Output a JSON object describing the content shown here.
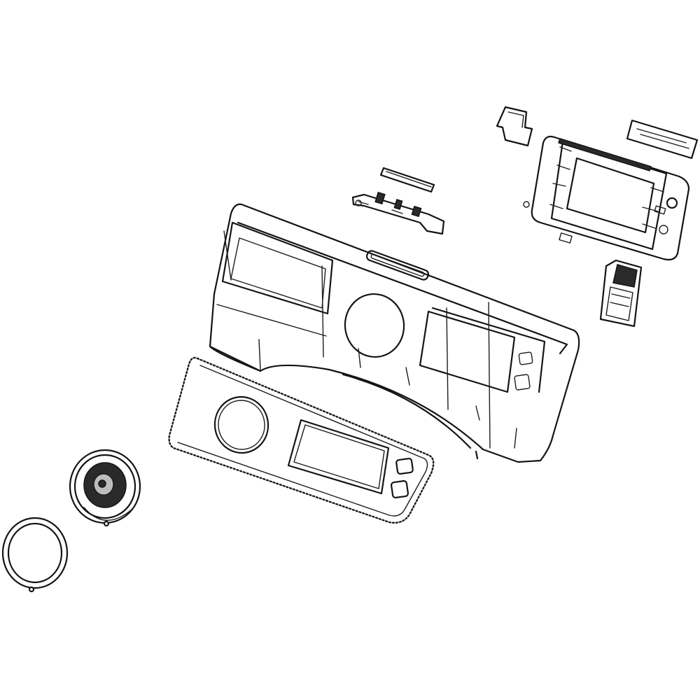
{
  "diagram": {
    "type": "exploded-parts-diagram",
    "background": "#ffffff",
    "line_color": "#141414",
    "parts": [
      {
        "id": "knob-ring",
        "icon": "ring-icon"
      },
      {
        "id": "rotary-knob",
        "icon": "knob-icon"
      },
      {
        "id": "control-panel-overlay",
        "icon": "overlay-panel-icon"
      },
      {
        "id": "control-panel-housing",
        "icon": "panel-housing-icon"
      },
      {
        "id": "encoder-bracket",
        "icon": "bracket-icon"
      },
      {
        "id": "wire-harness-clip",
        "icon": "clip-icon"
      },
      {
        "id": "display-cover",
        "icon": "cover-icon"
      },
      {
        "id": "label-strip",
        "icon": "label-icon"
      },
      {
        "id": "user-interface-board",
        "icon": "circuit-board-icon"
      },
      {
        "id": "button-module",
        "icon": "button-module-icon"
      }
    ]
  }
}
